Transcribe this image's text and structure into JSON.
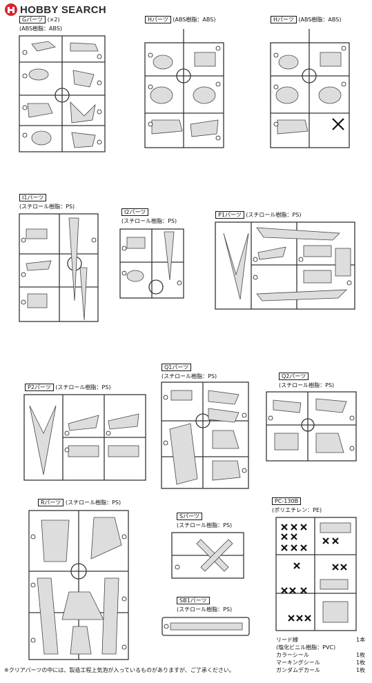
{
  "brand": {
    "logo_text": "HOBBY SEARCH"
  },
  "runners": {
    "g": {
      "name": "Gパーツ",
      "count": "(×2)",
      "material": "(ABS樹脂：ABS)"
    },
    "h1": {
      "name": "Hパーツ",
      "material": "(ABS樹脂：ABS)"
    },
    "h2": {
      "name": "Hパーツ",
      "material": "(ABS樹脂：ABS)"
    },
    "i1": {
      "name": "I1パーツ",
      "material": "(スチロール樹脂：PS)"
    },
    "i2": {
      "name": "I2パーツ",
      "material": "(スチロール樹脂：PS)"
    },
    "p1": {
      "name": "P1パーツ",
      "material": "(スチロール樹脂：PS)"
    },
    "p2": {
      "name": "P2パーツ",
      "material": "(スチロール樹脂：PS)"
    },
    "q1": {
      "name": "Q1パーツ",
      "material": "(スチロール樹脂：PS)"
    },
    "q2": {
      "name": "Q2パーツ",
      "material": "(スチロール樹脂：PS)"
    },
    "r": {
      "name": "Rパーツ",
      "material": "(スチロール樹脂：PS)"
    },
    "s": {
      "name": "Sパーツ",
      "material": "(スチロール樹脂：PS)"
    },
    "sb1": {
      "name": "SB1パーツ",
      "material": "(スチロール樹脂：PS)"
    },
    "pc": {
      "name": "PC-130B",
      "material": "(ポリエチレン：PE)"
    }
  },
  "materials_list": [
    {
      "name": "リード線",
      "qty": "1本"
    },
    {
      "name": "(塩化ビニル樹脂：PVC)",
      "qty": ""
    },
    {
      "name": "カラーシール",
      "qty": "1枚"
    },
    {
      "name": "マーキングシール",
      "qty": "1枚"
    },
    {
      "name": "ガンダムデカール",
      "qty": "1枚"
    }
  ],
  "footer_note": "※クリアパーツの中には、製造工程上気泡が入っているものがありますが、ご了承ください。"
}
